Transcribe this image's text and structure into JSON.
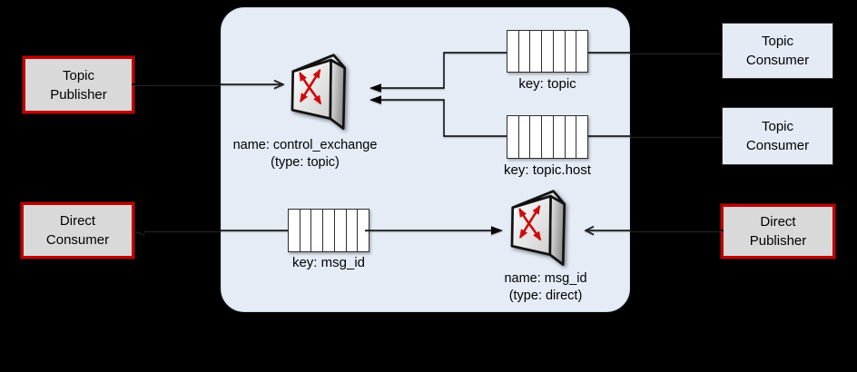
{
  "colors": {
    "canvas-bg": "#000000",
    "panel-fill": "#e5ecf6",
    "panel-border": "#ccd8e8",
    "gray-box-fill": "#d9d9d9",
    "red-border": "#c00000",
    "blue-box-fill": "#e4ebf5",
    "blue-box-border": "#333333",
    "queue-fill": "#ffffff",
    "queue-border": "#2e2e2e",
    "line": "#000000",
    "exchange-red": "#cf0a0a"
  },
  "nodes": {
    "topic_publisher": {
      "line1": "Topic",
      "line2": "Publisher"
    },
    "direct_consumer": {
      "line1": "Direct",
      "line2": "Consumer"
    },
    "topic_consumer_top": {
      "line1": "Topic",
      "line2": "Consumer"
    },
    "topic_consumer_bottom": {
      "line1": "Topic",
      "line2": "Consumer"
    },
    "direct_publisher": {
      "line1": "Direct",
      "line2": "Publisher"
    }
  },
  "exchanges": {
    "control": {
      "name": "name: control_exchange",
      "type": "(type: topic)"
    },
    "msg_id": {
      "name": "name: msg_id",
      "type": "(type: direct)"
    }
  },
  "queues": {
    "topic": {
      "label": "key: topic",
      "cells": 7
    },
    "topic_host": {
      "label": "key: topic.host",
      "cells": 7
    },
    "msg_id": {
      "label": "key: msg_id",
      "cells": 7
    }
  }
}
